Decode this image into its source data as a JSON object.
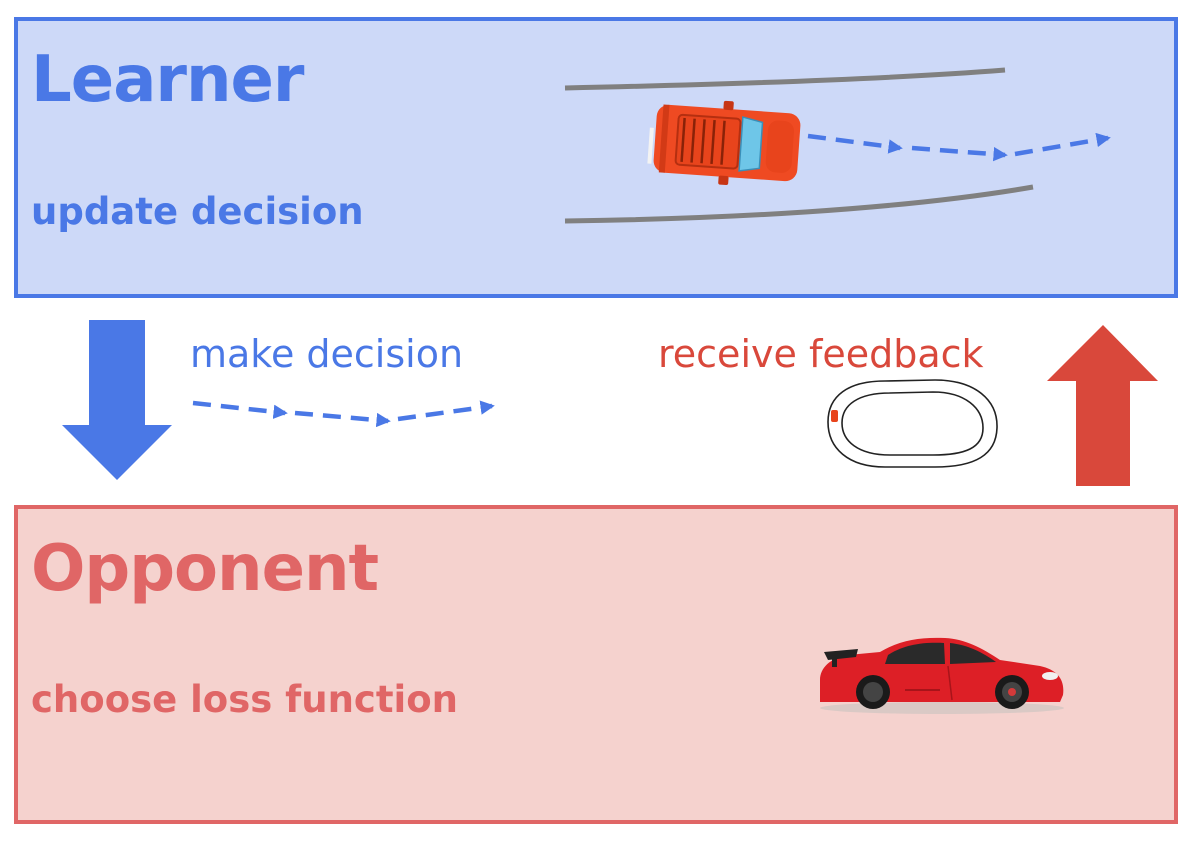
{
  "learner": {
    "title": "Learner",
    "subtitle": "update decision"
  },
  "opponent": {
    "title": "Opponent",
    "subtitle": "choose loss function"
  },
  "flow": {
    "make_decision": "make decision",
    "receive_feedback": "receive feedback"
  },
  "colors": {
    "learner_blue": "#4a78e6",
    "learner_fill": "#cdd9f8",
    "opponent_red": "#e06666",
    "opponent_fill": "#f5d2ce",
    "feedback_red": "#d9483b",
    "road_gray": "#808080"
  },
  "icons": {
    "learner_car": "car-topview-icon",
    "opponent_car": "sports-car-icon",
    "race_track": "race-track-icon",
    "down_arrow": "arrow-down-icon",
    "up_arrow": "arrow-up-icon"
  }
}
